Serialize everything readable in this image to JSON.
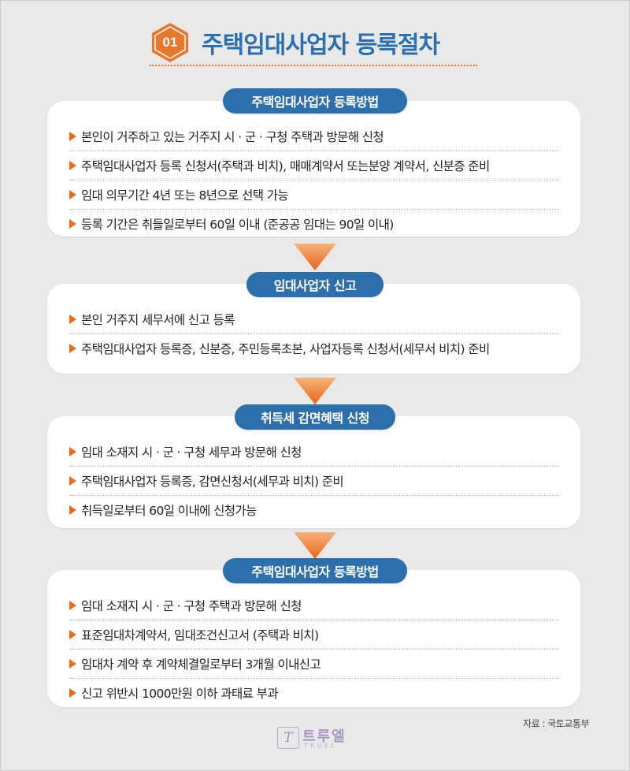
{
  "header": {
    "number": "01",
    "title": "주택임대사업자 등록절차"
  },
  "colors": {
    "accent_blue": "#2d6ead",
    "accent_orange": "#ea6a1f",
    "background": "#e9e9ea"
  },
  "sections": [
    {
      "title": "주택임대사업자 등록방법",
      "items": [
        "본인이 거주하고 있는 거주지 시 · 군 · 구청 주택과 방문해 신청",
        "주택임대사업자 등록 신청서(주택과 비치), 매매계약서 또는분양 계약서, 신분증 준비",
        "임대 의무기간 4년 또는 8년으로 선택 가능",
        "등록 기간은 취들일로부터 60일 이내 (준공공 임대는 90일 이내)"
      ]
    },
    {
      "title": "임대사업자 신고",
      "items": [
        "본인 거주지 세무서에 신고 등록",
        "주택임대사업자 등록증, 신분증, 주민등록초본, 사업자등록 신청서(세무서 비치) 준비"
      ]
    },
    {
      "title": "취득세 감면혜택 신청",
      "items": [
        "임대 소재지 시 · 군 · 구청 세무과 방문해 신청",
        "주택임대사업자 등록증, 감면신청서(세무과 비치) 준비",
        "취득일로부터 60일 이내에 신청가능"
      ]
    },
    {
      "title": "주택임대사업자 등록방법",
      "items": [
        "임대 소재지 시 · 군 · 구청 주택과 방문해 신청",
        "표준임대차계약서, 임대조건신고서 (주택과 비치)",
        "임대차 계약 후 계약체결일로부터 3개월 이내신고",
        "신고 위반시 1000만원 이하 과태료 부과"
      ]
    }
  ],
  "source": "자료 : 국토교통부",
  "logo": {
    "text": "트루엘",
    "sub": "TRUEL"
  }
}
